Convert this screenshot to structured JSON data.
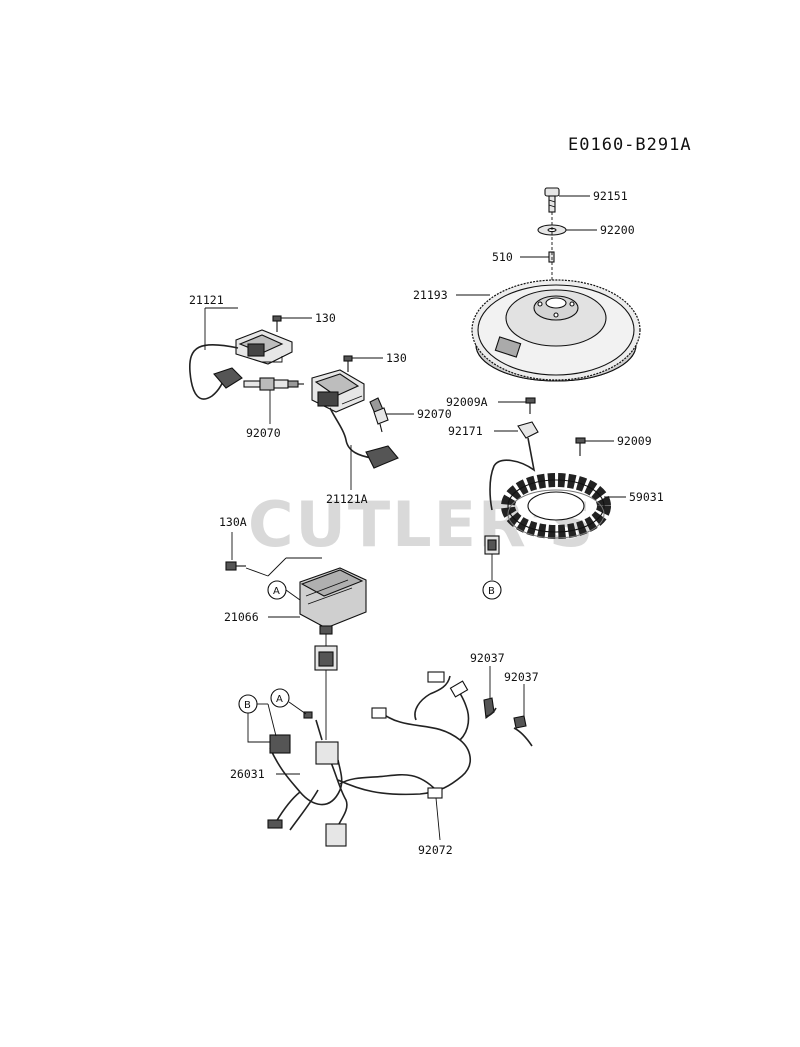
{
  "diagram_code": "E0160-B291A",
  "watermark": "CUTLER'S",
  "callouts": {
    "a": "A",
    "b": "B"
  },
  "parts": {
    "p92151": "92151",
    "p92200": "92200",
    "p510": "510",
    "p21193": "21193",
    "p21121": "21121",
    "p130_top": "130",
    "p130_mid": "130",
    "p92070_left": "92070",
    "p92070_right": "92070",
    "p21121A": "21121A",
    "p92009A": "92009A",
    "p92171": "92171",
    "p92009": "92009",
    "p59031": "59031",
    "p130A": "130A",
    "p21066": "21066",
    "p92037_a": "92037",
    "p92037_b": "92037",
    "p26031": "26031",
    "p92072": "92072"
  },
  "colors": {
    "ink": "#111111",
    "part_fill": "#e6e6e6",
    "part_dark": "#555555",
    "watermark": "#d9d9d9"
  }
}
